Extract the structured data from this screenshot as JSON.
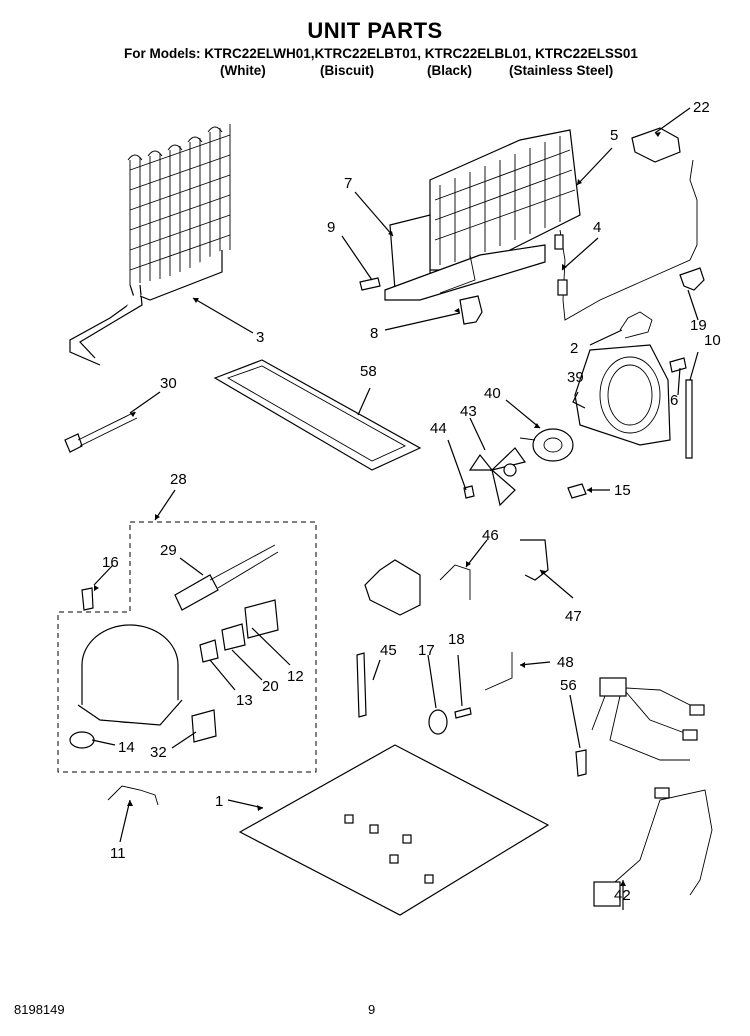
{
  "header": {
    "title": "UNIT PARTS",
    "models_line": "For Models: KTRC22ELWH01,KTRC22ELBT01, KTRC22ELBL01, KTRC22ELSS01",
    "variants": [
      "(White)",
      "(Biscuit)",
      "(Black)",
      "(Stainless Steel)"
    ]
  },
  "callouts": {
    "c1": "1",
    "c2": "2",
    "c3": "3",
    "c4": "4",
    "c5": "5",
    "c6": "6",
    "c7": "7",
    "c8": "8",
    "c9": "9",
    "c10": "10",
    "c11": "11",
    "c12": "12",
    "c13": "13",
    "c14": "14",
    "c15": "15",
    "c16": "16",
    "c17": "17",
    "c18": "18",
    "c19": "19",
    "c20": "20",
    "c22": "22",
    "c28": "28",
    "c29": "29",
    "c30": "30",
    "c32": "32",
    "c39": "39",
    "c40": "40",
    "c42": "42",
    "c43": "43",
    "c44": "44",
    "c45": "45",
    "c46": "46",
    "c47": "47",
    "c48": "48",
    "c56": "56",
    "c58": "58"
  },
  "footer": {
    "doc_number": "8198149",
    "page_number": "9"
  }
}
